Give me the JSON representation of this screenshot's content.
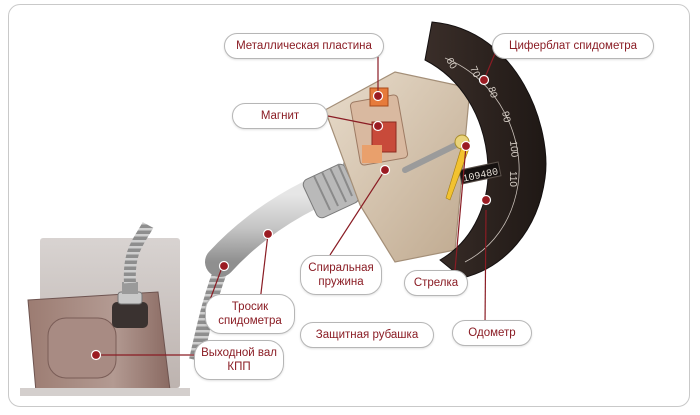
{
  "colors": {
    "label_text": "#8a1c24",
    "leader_line": "#8a1c24",
    "marker": "#9b1b22",
    "dial_face": "#2b211e",
    "housing": "#d9c7b0"
  },
  "labels": {
    "metal_plate": "Металлическая пластина",
    "speedometer_dial": "Циферблат спидометра",
    "magnet": "Магнит",
    "spiral_spring": "Спиральная\nпружина",
    "needle": "Стрелка",
    "speedometer_cable": "Тросик\nспидометра",
    "protective_jacket": "Защитная рубашка",
    "odometer": "Одометр",
    "gearbox_output_shaft": "Выходной вал\nКПП"
  },
  "dial": {
    "scale": [
      "60",
      "70",
      "80",
      "90",
      "100",
      "110"
    ],
    "odometer_reading": "109480"
  }
}
